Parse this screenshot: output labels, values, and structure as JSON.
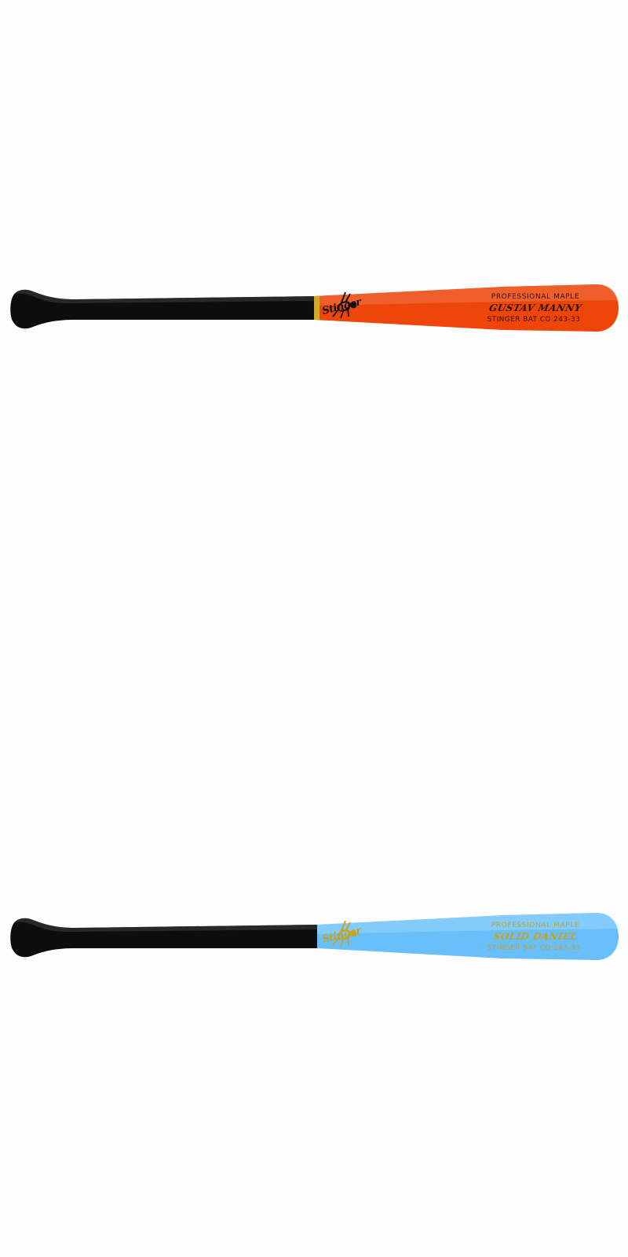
{
  "bats": [
    {
      "material_text": "PROFESSIONAL MAPLE",
      "player_name": "GUSTAV MANNY",
      "model_text": "STINGER BAT CO 243-33",
      "logo_text": "Stinger",
      "logo_icon": "hornet-icon",
      "colors": {
        "handle": "#0d0d0d",
        "handle_highlight": "#3a3a3a",
        "barrel": "#ee4608",
        "barrel_highlight": "#f06a3a",
        "ring": "#d4a82a",
        "text": "#2a1408",
        "logo": "#111111"
      }
    },
    {
      "material_text": "PROFESSIONAL MAPLE",
      "player_name": "SOLID DANIEL",
      "model_text": "STINGER BAT CO 243-33",
      "logo_text": "Stinger",
      "logo_icon": "hornet-icon",
      "colors": {
        "handle": "#0d0d0d",
        "handle_highlight": "#3a3a3a",
        "barrel": "#68bff9",
        "barrel_highlight": "#8fd0fb",
        "ring": "#68bff9",
        "text": "#c9a21f",
        "logo": "#c9a21f"
      }
    }
  ]
}
